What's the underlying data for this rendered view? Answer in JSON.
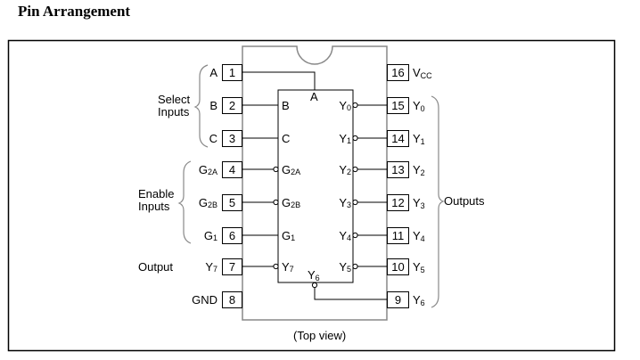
{
  "title": "Pin Arrangement",
  "caption": "(Top view)",
  "groups": {
    "select": [
      "Select",
      "Inputs"
    ],
    "enable": [
      "Enable",
      "Inputs"
    ],
    "output": "Output",
    "outputs": "Outputs"
  },
  "left_pins": [
    {
      "num": "1",
      "ext": "A",
      "ext_sub": ""
    },
    {
      "num": "2",
      "ext": "B",
      "ext_sub": ""
    },
    {
      "num": "3",
      "ext": "C",
      "ext_sub": ""
    },
    {
      "num": "4",
      "ext": "G",
      "ext_sub": "2A"
    },
    {
      "num": "5",
      "ext": "G",
      "ext_sub": "2B"
    },
    {
      "num": "6",
      "ext": "G",
      "ext_sub": "1"
    },
    {
      "num": "7",
      "ext": "Y",
      "ext_sub": "7"
    },
    {
      "num": "8",
      "ext": "GND",
      "ext_sub": ""
    }
  ],
  "right_pins": [
    {
      "num": "16",
      "ext": "V",
      "ext_sub": "CC"
    },
    {
      "num": "15",
      "ext": "Y",
      "ext_sub": "0"
    },
    {
      "num": "14",
      "ext": "Y",
      "ext_sub": "1"
    },
    {
      "num": "13",
      "ext": "Y",
      "ext_sub": "2"
    },
    {
      "num": "12",
      "ext": "Y",
      "ext_sub": "3"
    },
    {
      "num": "11",
      "ext": "Y",
      "ext_sub": "4"
    },
    {
      "num": "10",
      "ext": "Y",
      "ext_sub": "5"
    },
    {
      "num": "9",
      "ext": "Y",
      "ext_sub": "6"
    }
  ],
  "inner_labels": {
    "A": "A",
    "left": [
      {
        "main": "B",
        "sub": ""
      },
      {
        "main": "C",
        "sub": ""
      },
      {
        "main": "G",
        "sub": "2A"
      },
      {
        "main": "G",
        "sub": "2B"
      },
      {
        "main": "G",
        "sub": "1"
      },
      {
        "main": "Y",
        "sub": "7"
      }
    ],
    "right": [
      {
        "main": "Y",
        "sub": "0"
      },
      {
        "main": "Y",
        "sub": "1"
      },
      {
        "main": "Y",
        "sub": "2"
      },
      {
        "main": "Y",
        "sub": "3"
      },
      {
        "main": "Y",
        "sub": "4"
      },
      {
        "main": "Y",
        "sub": "5"
      }
    ],
    "Y6": {
      "main": "Y",
      "sub": "6"
    }
  }
}
